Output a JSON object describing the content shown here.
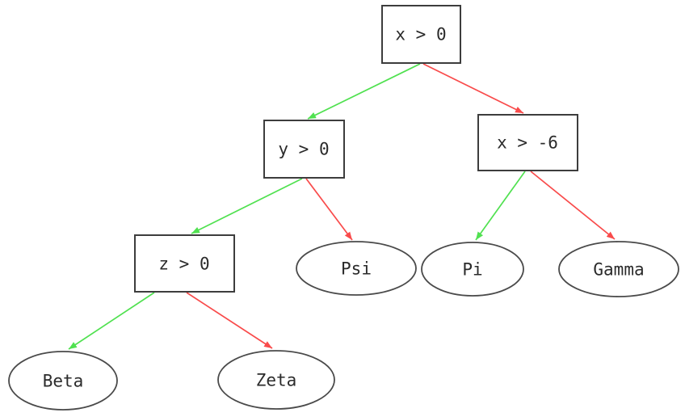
{
  "page": {
    "background_color": "#ffffff"
  },
  "tree": {
    "type": "decision-tree",
    "colors": {
      "true_branch": "#50e150",
      "false_branch": "#f94b4b",
      "node_border": "#3d3d3d",
      "node_fill": "#ffffff",
      "label_text": "#2b2b2b"
    },
    "nodes": [
      {
        "id": "root",
        "label": "x > 0",
        "shape": "box",
        "role": "decision"
      },
      {
        "id": "y0",
        "label": "y > 0",
        "shape": "box",
        "role": "decision"
      },
      {
        "id": "xm6",
        "label": "x > -6",
        "shape": "box",
        "role": "decision"
      },
      {
        "id": "z0",
        "label": "z > 0",
        "shape": "box",
        "role": "decision"
      },
      {
        "id": "psi",
        "label": "Psi",
        "shape": "ellipse",
        "role": "leaf"
      },
      {
        "id": "pi",
        "label": "Pi",
        "shape": "ellipse",
        "role": "leaf"
      },
      {
        "id": "gamma",
        "label": "Gamma",
        "shape": "ellipse",
        "role": "leaf"
      },
      {
        "id": "beta",
        "label": "Beta",
        "shape": "ellipse",
        "role": "leaf"
      },
      {
        "id": "zeta",
        "label": "Zeta",
        "shape": "ellipse",
        "role": "leaf"
      }
    ],
    "edges": [
      {
        "from": "x > 0",
        "to": "y > 0",
        "branch": "true",
        "color": "green"
      },
      {
        "from": "x > 0",
        "to": "x > -6",
        "branch": "false",
        "color": "red"
      },
      {
        "from": "y > 0",
        "to": "z > 0",
        "branch": "true",
        "color": "green"
      },
      {
        "from": "y > 0",
        "to": "Psi",
        "branch": "false",
        "color": "red"
      },
      {
        "from": "x > -6",
        "to": "Pi",
        "branch": "true",
        "color": "green"
      },
      {
        "from": "x > -6",
        "to": "Gamma",
        "branch": "false",
        "color": "red"
      },
      {
        "from": "z > 0",
        "to": "Beta",
        "branch": "true",
        "color": "green"
      },
      {
        "from": "z > 0",
        "to": "Zeta",
        "branch": "false",
        "color": "red"
      }
    ]
  }
}
